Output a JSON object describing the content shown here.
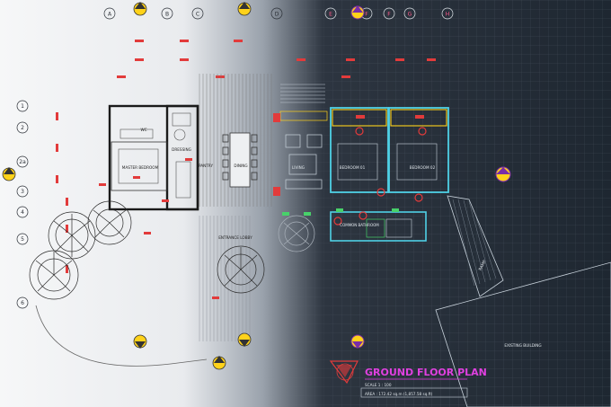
{
  "plan": {
    "title": "GROUND FLOOR PLAN",
    "scale": "SCALE 1 : 100",
    "area": "AREA : 172.42 sq.m (1,857.58 sq.ft)"
  },
  "grid": {
    "columns": [
      "A",
      "B",
      "C",
      "D",
      "E",
      "F",
      "G",
      "H"
    ],
    "rows": [
      "1",
      "2",
      "2a",
      "3",
      "4",
      "5",
      "6"
    ]
  },
  "rooms": {
    "master_bedroom": "MASTER BEDROOM",
    "dressing": "DRESSING",
    "pantry": "PANTRY",
    "dining": "DINING",
    "living": "LIVING",
    "bedroom_1": "BEDROOM 01",
    "bedroom_2": "BEDROOM 02",
    "common_bathroom": "COMMON BATHROOM",
    "entrance_lobby": "ENTRANCE LOBBY",
    "existing_building": "EXISTING BUILDING",
    "ramp": "RAMP",
    "wc": "WC"
  },
  "colors": {
    "light_bg": "#f4f5f6",
    "dark_bg": "#1f2933",
    "title_magenta": "#e040e0",
    "marker_yellow": "#ffd21a",
    "wall_cyan": "#4fd1e6",
    "dim_red": "#e23b3b"
  }
}
